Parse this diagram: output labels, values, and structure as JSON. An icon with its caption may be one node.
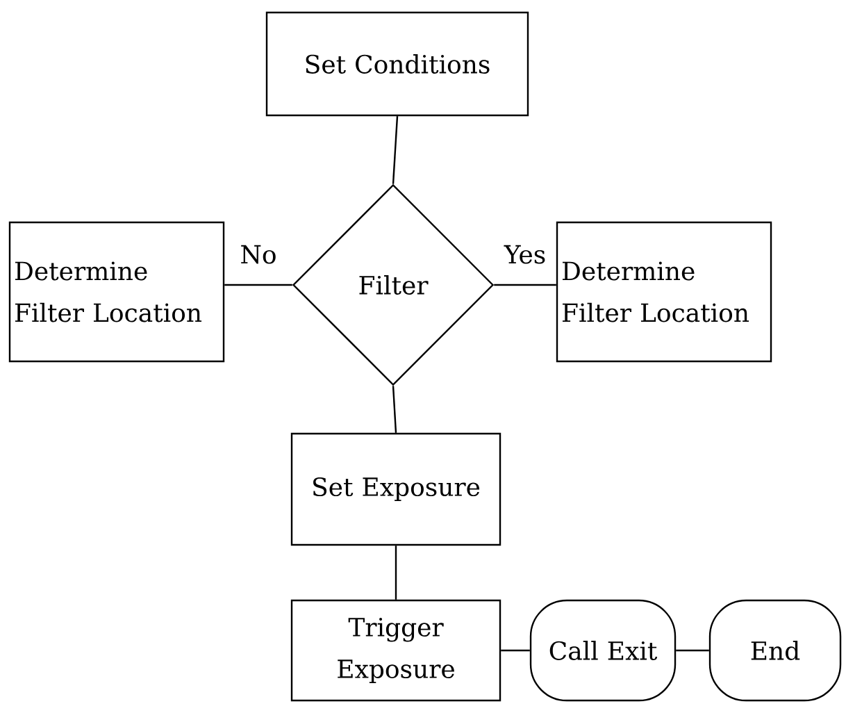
{
  "diagram": {
    "nodes": [
      {
        "text": [
          "Set Conditions"
        ]
      },
      {
        "text": [
          "Filter"
        ]
      },
      {
        "text": [
          "Determine Filter Location"
        ]
      },
      {
        "text": [
          "Determine Filter Location"
        ]
      },
      {
        "text": [
          "Set Exposure"
        ]
      },
      {
        "text": [
          "Trigger Exposure"
        ]
      },
      {
        "text": [
          "Call Exit"
        ]
      },
      {
        "text": [
          "End"
        ]
      }
    ],
    "edges": [
      {
        "from": 0,
        "to": 1,
        "arrow": "none"
      },
      {
        "from": 1,
        "to": 2,
        "arrow": "none",
        "label": "No"
      },
      {
        "from": 1,
        "to": 3,
        "arrow": "none",
        "label": "Yes"
      },
      {
        "from": 1,
        "to": 4,
        "arrow": "none"
      },
      {
        "from": 4,
        "to": 5,
        "arrow": "none"
      },
      {
        "from": 5,
        "to": 6,
        "arrow": "none"
      },
      {
        "from": 6,
        "to": 7,
        "arrow": "none"
      }
    ]
  }
}
